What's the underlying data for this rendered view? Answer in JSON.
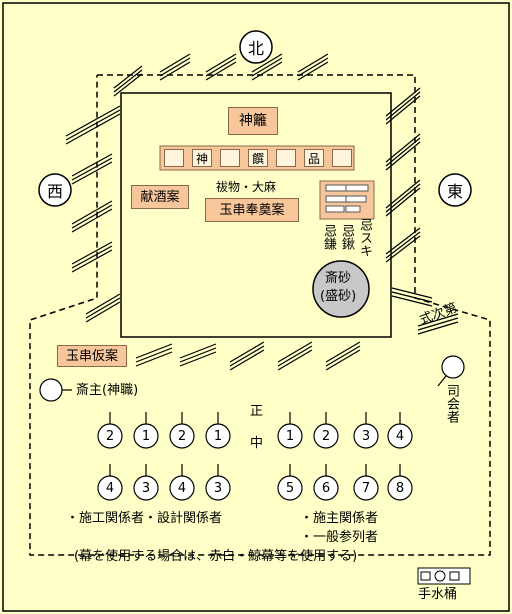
{
  "directions": {
    "north": "北",
    "west": "西",
    "east": "東"
  },
  "altar": {
    "shinsen": "神籬",
    "offerings_row": [
      "",
      "神",
      "",
      "饌",
      "",
      "品",
      ""
    ],
    "kenshuan": "献酒案",
    "haraemono": "祓物・大麻",
    "tamagushi_hoten": "玉串奉奠案",
    "imikama": "忌鎌",
    "imikuwa": "忌鍬",
    "imisuki": "忌スキ",
    "saisha_line1": "斎砂",
    "saisha_line2": "(盛砂)"
  },
  "tamagushi_karian": "玉串仮案",
  "shikishidai": "式次第",
  "saishu": "斎主(神職)",
  "shikaisha": "司会者",
  "center_label_1": "正",
  "center_label_2": "中",
  "left_row1": [
    "2",
    "1",
    "2",
    "1"
  ],
  "right_row1": [
    "1",
    "2",
    "3",
    "4"
  ],
  "left_row2": [
    "4",
    "3",
    "4",
    "3"
  ],
  "right_row2": [
    "5",
    "6",
    "7",
    "8"
  ],
  "left_group_label": "・施工関係者・設計関係者",
  "right_group_label_1": "・施主関係者",
  "right_group_label_2": "・一般参列者",
  "note": "(幕を使用する場合は、赤白・鯨幕等を使用する)",
  "temizuoke": "手水桶",
  "colors": {
    "background": "#ffffc8",
    "altar_box": "#f7c79b",
    "saisha_circle": "#c8c8c8"
  }
}
